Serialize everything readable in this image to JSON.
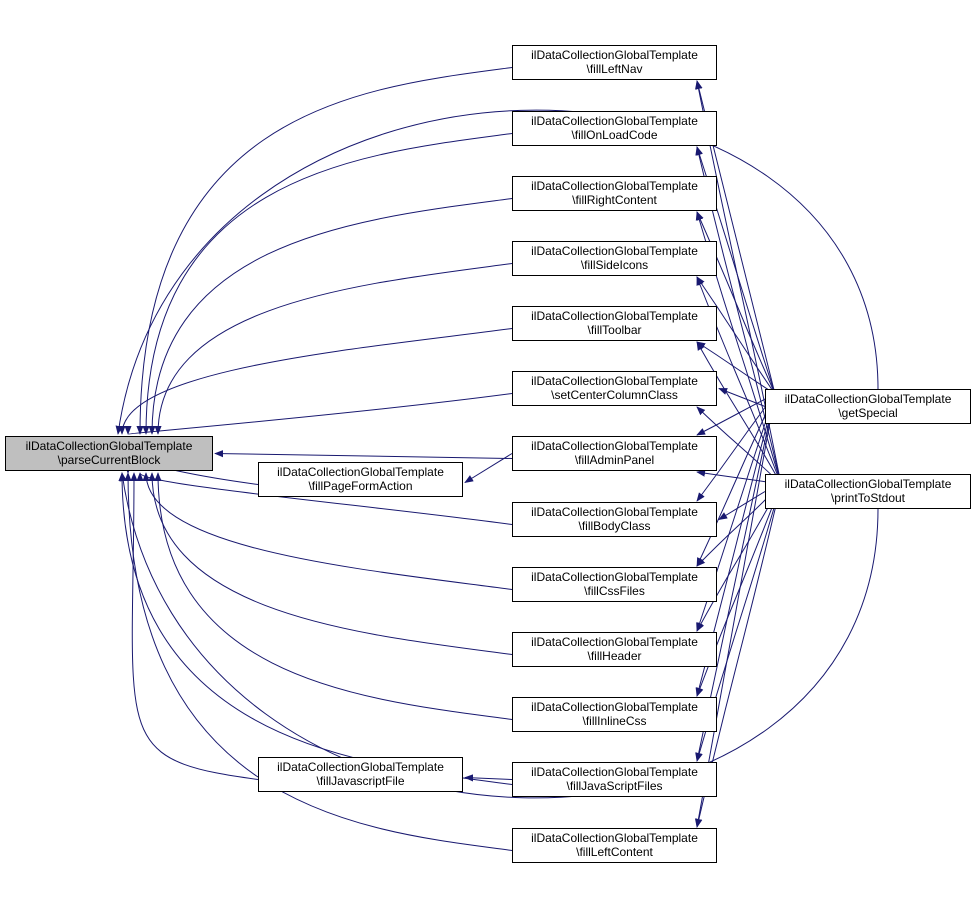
{
  "colors": {
    "edge": "#191970",
    "focus_fill": "#bfbfbf",
    "node_fill": "#ffffff",
    "border": "#000000"
  },
  "nodes": {
    "parse": {
      "line1": "ilDataCollectionGlobalTemplate",
      "line2": "\\parseCurrentBlock"
    },
    "pageform": {
      "line1": "ilDataCollectionGlobalTemplate",
      "line2": "\\fillPageFormAction"
    },
    "jsfile": {
      "line1": "ilDataCollectionGlobalTemplate",
      "line2": "\\fillJavascriptFile"
    },
    "leftnav": {
      "line1": "ilDataCollectionGlobalTemplate",
      "line2": "\\fillLeftNav"
    },
    "onload": {
      "line1": "ilDataCollectionGlobalTemplate",
      "line2": "\\fillOnLoadCode"
    },
    "right": {
      "line1": "ilDataCollectionGlobalTemplate",
      "line2": "\\fillRightContent"
    },
    "side": {
      "line1": "ilDataCollectionGlobalTemplate",
      "line2": "\\fillSideIcons"
    },
    "toolbar": {
      "line1": "ilDataCollectionGlobalTemplate",
      "line2": "\\fillToolbar"
    },
    "center": {
      "line1": "ilDataCollectionGlobalTemplate",
      "line2": "\\setCenterColumnClass"
    },
    "admin": {
      "line1": "ilDataCollectionGlobalTemplate",
      "line2": "\\fillAdminPanel"
    },
    "body": {
      "line1": "ilDataCollectionGlobalTemplate",
      "line2": "\\fillBodyClass"
    },
    "css": {
      "line1": "ilDataCollectionGlobalTemplate",
      "line2": "\\fillCssFiles"
    },
    "header": {
      "line1": "ilDataCollectionGlobalTemplate",
      "line2": "\\fillHeader"
    },
    "inline": {
      "line1": "ilDataCollectionGlobalTemplate",
      "line2": "\\fillInlineCss"
    },
    "jsfiles": {
      "line1": "ilDataCollectionGlobalTemplate",
      "line2": "\\fillJavaScriptFiles"
    },
    "leftcont": {
      "line1": "ilDataCollectionGlobalTemplate",
      "line2": "\\fillLeftContent"
    },
    "special": {
      "line1": "ilDataCollectionGlobalTemplate",
      "line2": "\\getSpecial"
    },
    "stdout": {
      "line1": "ilDataCollectionGlobalTemplate",
      "line2": "\\printToStdout"
    }
  },
  "edges": [
    {
      "from": "pageform",
      "to": "parse"
    },
    {
      "from": "jsfile",
      "to": "parse"
    },
    {
      "from": "leftnav",
      "to": "parse"
    },
    {
      "from": "onload",
      "to": "parse"
    },
    {
      "from": "right",
      "to": "parse"
    },
    {
      "from": "side",
      "to": "parse"
    },
    {
      "from": "toolbar",
      "to": "parse"
    },
    {
      "from": "center",
      "to": "parse"
    },
    {
      "from": "admin",
      "to": "parse"
    },
    {
      "from": "body",
      "to": "parse"
    },
    {
      "from": "css",
      "to": "parse"
    },
    {
      "from": "header",
      "to": "parse"
    },
    {
      "from": "inline",
      "to": "parse"
    },
    {
      "from": "jsfiles",
      "to": "parse"
    },
    {
      "from": "leftcont",
      "to": "parse"
    },
    {
      "from": "special",
      "to": "parse"
    },
    {
      "from": "stdout",
      "to": "parse"
    },
    {
      "from": "admin",
      "to": "pageform"
    },
    {
      "from": "jsfiles",
      "to": "jsfile"
    },
    {
      "from": "special",
      "to": "leftnav"
    },
    {
      "from": "stdout",
      "to": "leftnav"
    },
    {
      "from": "special",
      "to": "onload"
    },
    {
      "from": "stdout",
      "to": "onload"
    },
    {
      "from": "special",
      "to": "right"
    },
    {
      "from": "stdout",
      "to": "right"
    },
    {
      "from": "special",
      "to": "side"
    },
    {
      "from": "stdout",
      "to": "side"
    },
    {
      "from": "special",
      "to": "toolbar"
    },
    {
      "from": "stdout",
      "to": "toolbar"
    },
    {
      "from": "special",
      "to": "center"
    },
    {
      "from": "stdout",
      "to": "center"
    },
    {
      "from": "special",
      "to": "admin"
    },
    {
      "from": "stdout",
      "to": "admin"
    },
    {
      "from": "special",
      "to": "body"
    },
    {
      "from": "stdout",
      "to": "body"
    },
    {
      "from": "special",
      "to": "css"
    },
    {
      "from": "stdout",
      "to": "css"
    },
    {
      "from": "special",
      "to": "header"
    },
    {
      "from": "stdout",
      "to": "header"
    },
    {
      "from": "special",
      "to": "inline"
    },
    {
      "from": "stdout",
      "to": "inline"
    },
    {
      "from": "special",
      "to": "jsfiles"
    },
    {
      "from": "stdout",
      "to": "jsfiles"
    },
    {
      "from": "special",
      "to": "leftcont"
    },
    {
      "from": "stdout",
      "to": "leftcont"
    }
  ]
}
